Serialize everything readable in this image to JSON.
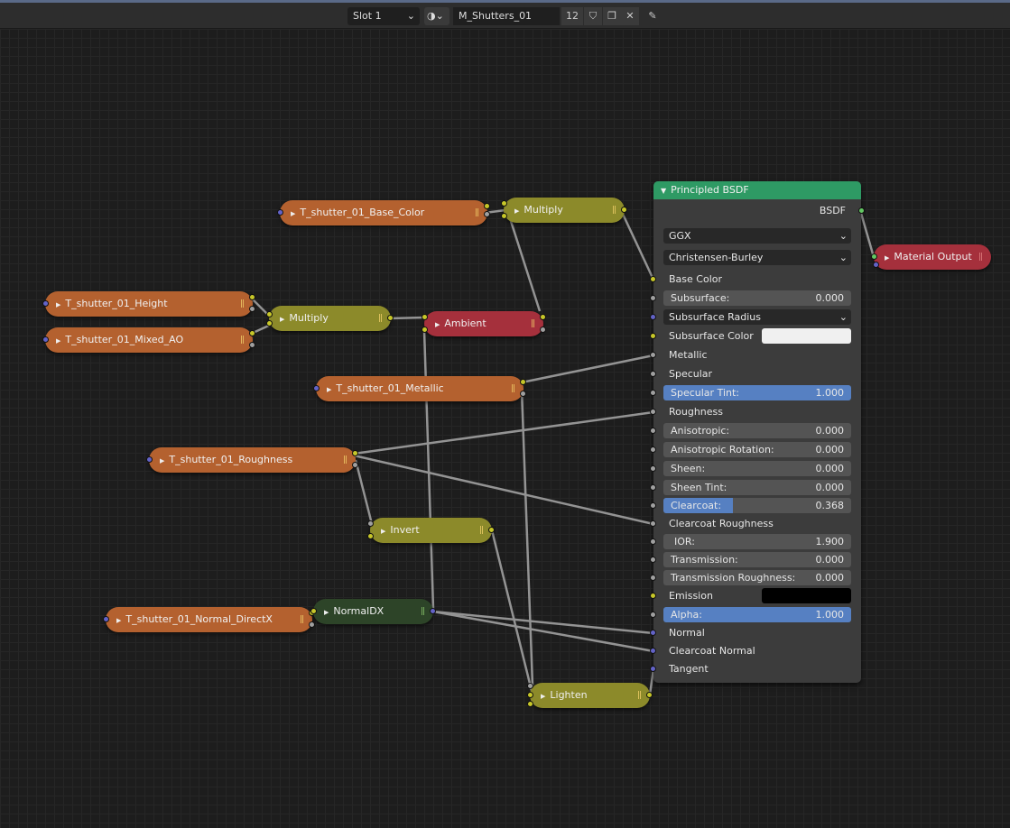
{
  "header": {
    "slot": "Slot 1",
    "material_name": "M_Shutters_01",
    "users": "12"
  },
  "nodes": {
    "base_color": "T_shutter_01_Base_Color",
    "multiply1": "Multiply",
    "height": "T_shutter_01_Height",
    "mixed_ao": "T_shutter_01_Mixed_AO",
    "multiply2": "Multiply",
    "ambient": "Ambient",
    "metallic": "T_shutter_01_Metallic",
    "roughness": "T_shutter_01_Roughness",
    "invert": "Invert",
    "normal_dx_tex": "T_shutter_01_Normal_DirectX",
    "normaldx": "NormalDX",
    "lighten": "Lighten",
    "material_output": "Material Output"
  },
  "bsdf": {
    "title": "Principled BSDF",
    "output": "BSDF",
    "distribution": "GGX",
    "subsurface_method": "Christensen-Burley",
    "base_color": "Base Color",
    "subsurface": {
      "label": "Subsurface:",
      "value": "0.000"
    },
    "subsurface_radius": "Subsurface Radius",
    "subsurface_color": "Subsurface Color",
    "metallic": "Metallic",
    "specular": "Specular",
    "specular_tint": {
      "label": "Specular Tint:",
      "value": "1.000"
    },
    "roughness": "Roughness",
    "anisotropic": {
      "label": "Anisotropic:",
      "value": "0.000"
    },
    "anisotropic_rotation": {
      "label": "Anisotropic Rotation:",
      "value": "0.000"
    },
    "sheen": {
      "label": "Sheen:",
      "value": "0.000"
    },
    "sheen_tint": {
      "label": "Sheen Tint:",
      "value": "0.000"
    },
    "clearcoat": {
      "label": "Clearcoat:",
      "value": "0.368"
    },
    "clearcoat_roughness": "Clearcoat Roughness",
    "ior": {
      "label": "IOR:",
      "value": "1.900"
    },
    "transmission": {
      "label": "Transmission:",
      "value": "0.000"
    },
    "transmission_roughness": {
      "label": "Transmission Roughness:",
      "value": "0.000"
    },
    "emission": "Emission",
    "alpha": {
      "label": "Alpha:",
      "value": "1.000"
    },
    "normal": "Normal",
    "clearcoat_normal": "Clearcoat Normal",
    "tangent": "Tangent"
  },
  "colors": {
    "subsurface_color": "#f0f0f0",
    "emission": "#000000",
    "accent": "#5680c2"
  }
}
